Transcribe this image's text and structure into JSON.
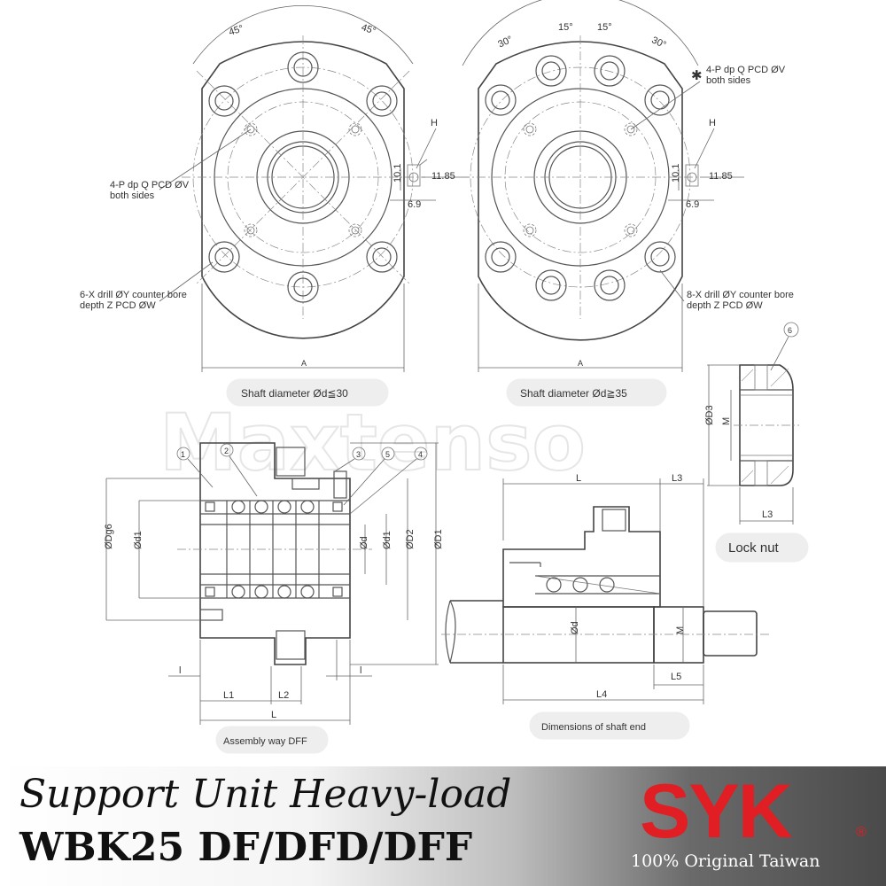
{
  "watermark": "Maxtenso",
  "views": {
    "left_flange": {
      "angles": [
        "45°",
        "45°"
      ],
      "note_4p": [
        "4-P dp Q PCD ØV",
        "both sides"
      ],
      "note_6x": [
        "6-X drill ØY counter bore",
        "depth Z PCD ØW"
      ],
      "label_H": "H",
      "dim_10_1": "10.1",
      "dim_11_85": "11.85",
      "dim_6_9": "6.9",
      "dim_A": "A",
      "caption": "Shaft diameter Ød≦30"
    },
    "right_flange": {
      "angles": [
        "30°",
        "15°",
        "15°",
        "30°"
      ],
      "asterisk": "✱",
      "note_4p": [
        "4-P dp Q PCD ØV",
        "both sides"
      ],
      "note_8x": [
        "8-X drill ØY counter bore",
        "depth Z PCD ØW"
      ],
      "label_H": "H",
      "dim_10_1": "10.1",
      "dim_11_85": "11.85",
      "dim_6_9": "6.9",
      "dim_A": "A",
      "caption": "Shaft diameter Ød≧35"
    },
    "lock_nut": {
      "callout": "6",
      "dim_D3": "ØD3",
      "dim_M": "M",
      "dim_L3": "L3",
      "caption": "Lock nut"
    },
    "assembly": {
      "callouts": [
        "1",
        "2",
        "3",
        "5",
        "4"
      ],
      "dim_Dg6": "ØDg6",
      "dim_d1_left": "Ød1",
      "dim_d": "Ød",
      "dim_d1_right": "Ød1",
      "dim_D2": "ØD2",
      "dim_D1": "ØD1",
      "dim_l_left": "l",
      "dim_l_right": "l",
      "dim_L1": "L1",
      "dim_L2": "L2",
      "dim_L": "L",
      "caption": "Assembly way DFF"
    },
    "shaft_end": {
      "dim_L": "L",
      "dim_L3": "L3",
      "dim_d": "Ød",
      "dim_M": "M",
      "dim_L5": "L5",
      "dim_L4": "L4",
      "caption": "Dimensions of shaft end"
    }
  },
  "banner": {
    "subtitle": "Support Unit Heavy-load",
    "title": "WBK25 DF/DFD/DFF",
    "brand": "SYK",
    "registered": "®",
    "tagline": "100% Original Taiwan",
    "brand_color": "#e01e24"
  }
}
